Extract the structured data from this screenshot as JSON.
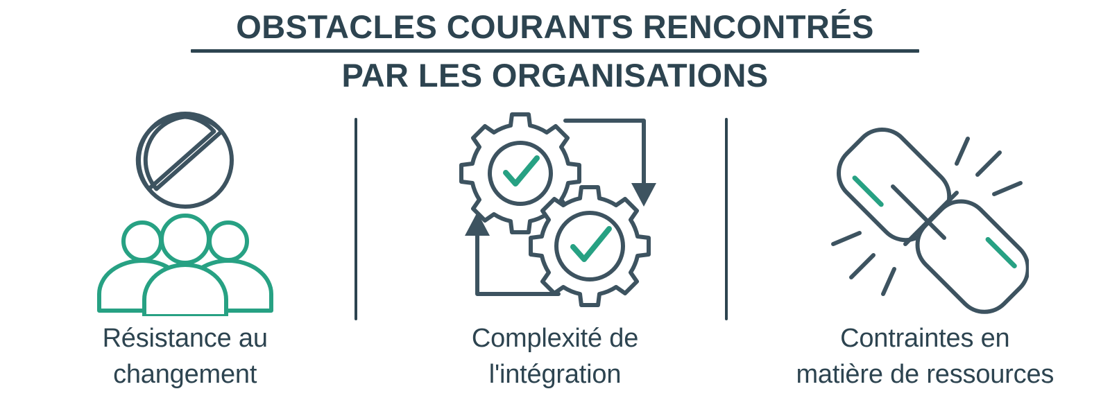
{
  "theme": {
    "dark": "#2D4450",
    "teal": "#27A183",
    "background": "#FFFFFF"
  },
  "header": {
    "title_line1": "OBSTACLES COURANTS RENCONTRÉS",
    "title_line2": "PAR LES ORGANISATIONS"
  },
  "columns": [
    {
      "icon_name": "prohibition-people-icon",
      "caption_line1": "Résistance au",
      "caption_line2": "changement"
    },
    {
      "icon_name": "gears-cycle-icon",
      "caption_line1": "Complexité de",
      "caption_line2": "l'intégration"
    },
    {
      "icon_name": "broken-chain-icon",
      "caption_line1": "Contraintes en",
      "caption_line2": "matière de ressources"
    }
  ]
}
